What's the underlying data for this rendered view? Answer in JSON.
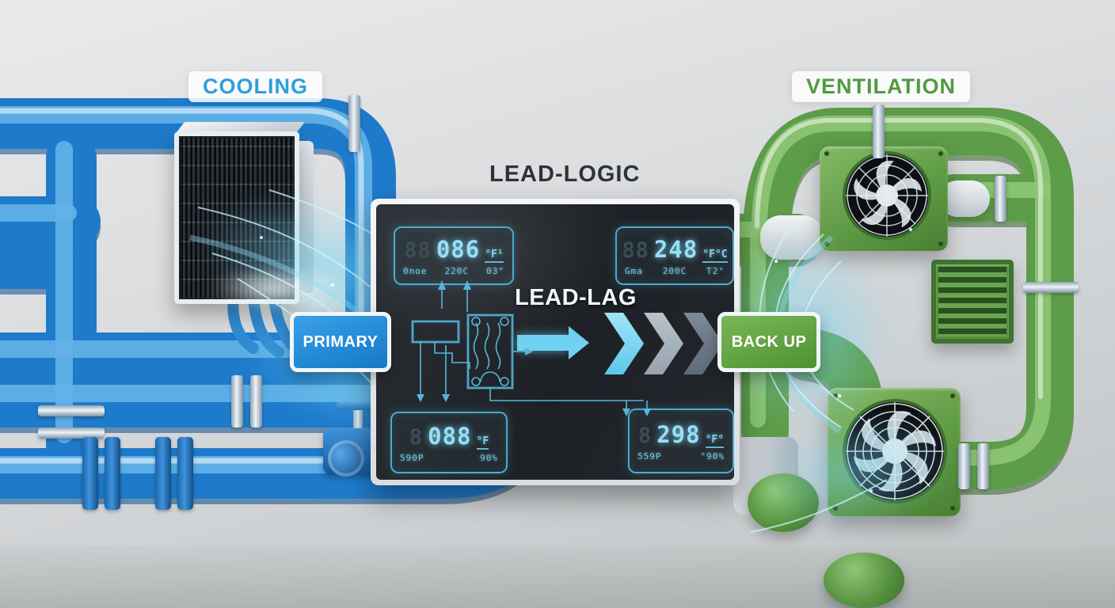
{
  "labels": {
    "cooling": "COOLING",
    "ventilation": "VENTILATION",
    "lead_logic": "LEAD-LOGIC",
    "lead_lag": "LEAD-LAG",
    "primary": "PRIMARY",
    "backup": "BACK UP"
  },
  "displays": {
    "top_left": {
      "ghost": "88",
      "value": "086",
      "unit": "°F¹",
      "sub_left": "0noe",
      "sub_mid": "220C",
      "sub_right": "03°"
    },
    "top_right": {
      "ghost": "88",
      "value": "248",
      "unit": "°F°C",
      "sub_left": "Gma",
      "sub_mid": "200C",
      "sub_right": "T2°"
    },
    "bottom_left": {
      "ghost": "8",
      "value": "088",
      "unit": "°F",
      "sub_left": "590P",
      "sub_right": "90%"
    },
    "bottom_right": {
      "ghost": "8",
      "value": "298",
      "unit": "°F°",
      "sub_left": "559P",
      "sub_right": "°90%"
    }
  },
  "colors": {
    "pipe_blue": "#1e7bcb",
    "pipe_green": "#5d9c48",
    "accent_cyan": "#6fd2f0",
    "panel_dark": "#20242a",
    "cooling_text": "#2ba0dc",
    "ventilation_text": "#4f9b3f",
    "chevrons": [
      "#7ed9f4",
      "#a9b4bf",
      "#727e8b"
    ]
  }
}
